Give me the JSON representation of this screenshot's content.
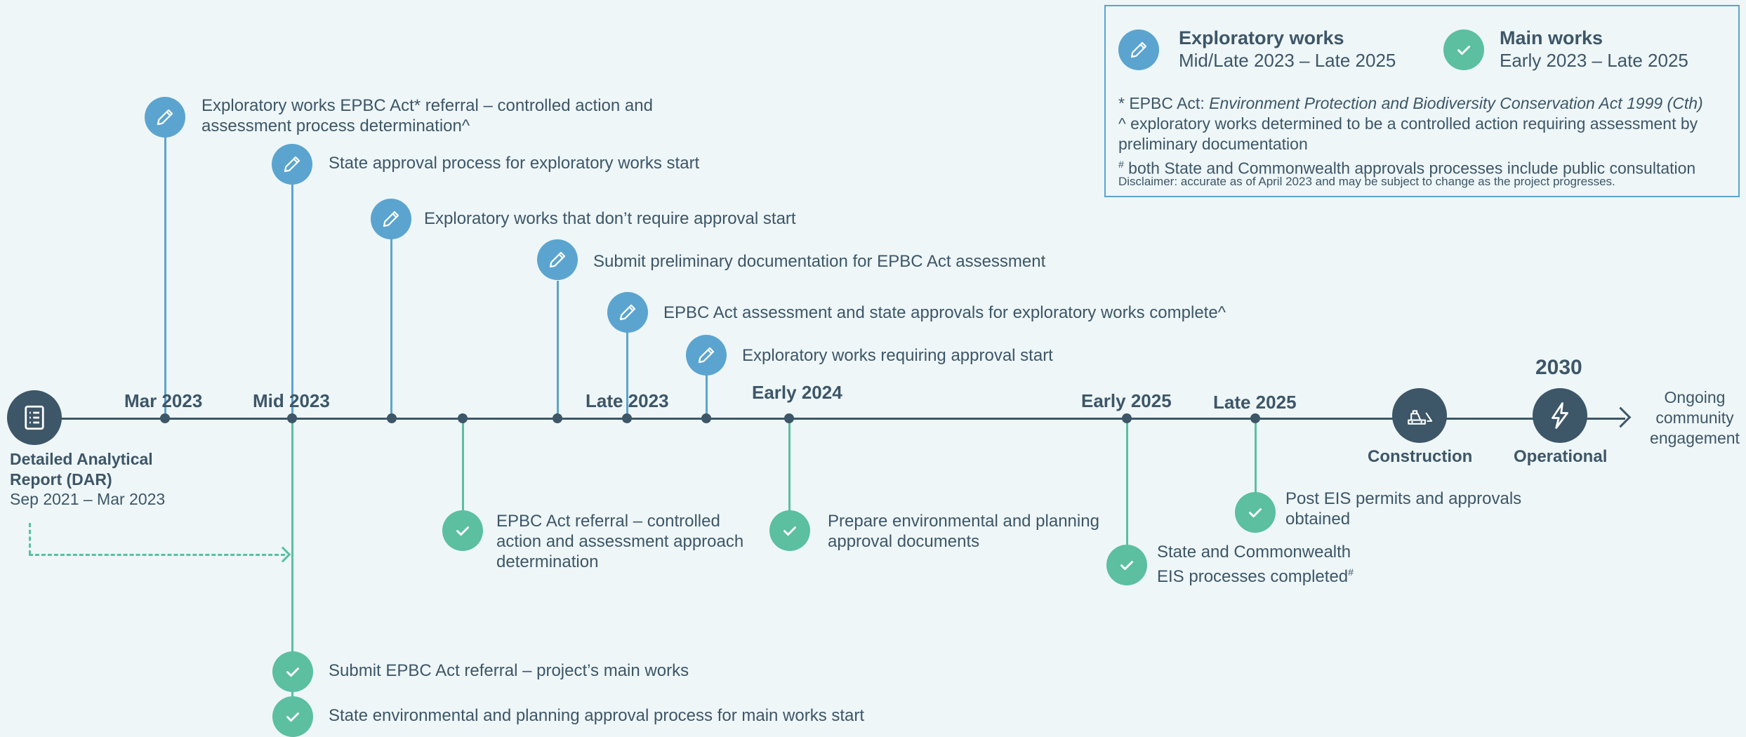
{
  "legend": {
    "exploratory_title": "Exploratory works",
    "exploratory_range": "Mid/Late 2023 – Late 2025",
    "main_title": "Main works",
    "main_range": "Early 2023 – Late 2025",
    "note_epbc_prefix": "* EPBC Act: ",
    "note_epbc_italic": "Environment Protection and Biodiversity Conservation Act 1999 (Cth)",
    "note_caret": "^ exploratory works determined to be a controlled action requiring assessment by preliminary documentation",
    "note_hash_sup": "#",
    "note_hash": " both State and Commonwealth approvals processes include public consultation",
    "disclaimer": "Disclaimer: accurate as of April 2023 and may be subject to change as the project progresses."
  },
  "dar": {
    "title": "Detailed Analytical Report (DAR)",
    "range": "Sep 2021 – Mar 2023"
  },
  "dates": {
    "mar2023": "Mar 2023",
    "mid2023": "Mid 2023",
    "late2023": "Late 2023",
    "early2024": "Early 2024",
    "early2025": "Early 2025",
    "late2025": "Late 2025",
    "y2030": "2030"
  },
  "milestones": {
    "construction": "Construction",
    "operational": "Operational",
    "ongoing": "Ongoing community engagement"
  },
  "exploratory_events": [
    "Exploratory works EPBC Act* referral – controlled action and assessment process determination^",
    "State approval process for exploratory works start",
    "Exploratory works that don’t require approval start",
    "Submit preliminary documentation for EPBC Act assessment",
    "EPBC Act assessment and state approvals for exploratory works complete^",
    "Exploratory works requiring approval start"
  ],
  "main_events": [
    "EPBC Act referral – controlled action and assessment approach determination",
    "Prepare environmental and planning approval documents",
    "Post EIS permits and approvals obtained",
    "State and Commonwealth EIS processes completed",
    "#",
    "Submit EPBC Act referral – project’s main works",
    "State environmental and planning approval process for main works start"
  ],
  "colors": {
    "navy": "#3d5668",
    "blue": "#5ba4cf",
    "green": "#5bbfa0",
    "background": "#eef6f7"
  },
  "icons": {
    "exploratory": "pencil-icon",
    "main": "check-icon",
    "dar": "document-list-icon",
    "construction": "bulldozer-icon",
    "operational": "lightning-bolt-icon"
  }
}
